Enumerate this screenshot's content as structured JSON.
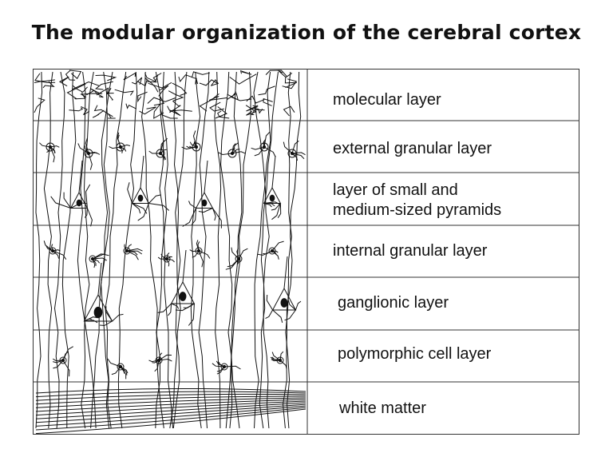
{
  "title": "The modular organization of the cerebral cortex",
  "layers": [
    {
      "label": "molecular layer"
    },
    {
      "label": "external granular layer"
    },
    {
      "label": "layer of small and\nmedium-sized pyramids"
    },
    {
      "label": "internal granular layer"
    },
    {
      "label": "ganglionic layer"
    },
    {
      "label": "polymorphic cell layer"
    },
    {
      "label": "white matter"
    }
  ],
  "colors": {
    "line": "#111111",
    "background": "#ffffff"
  }
}
